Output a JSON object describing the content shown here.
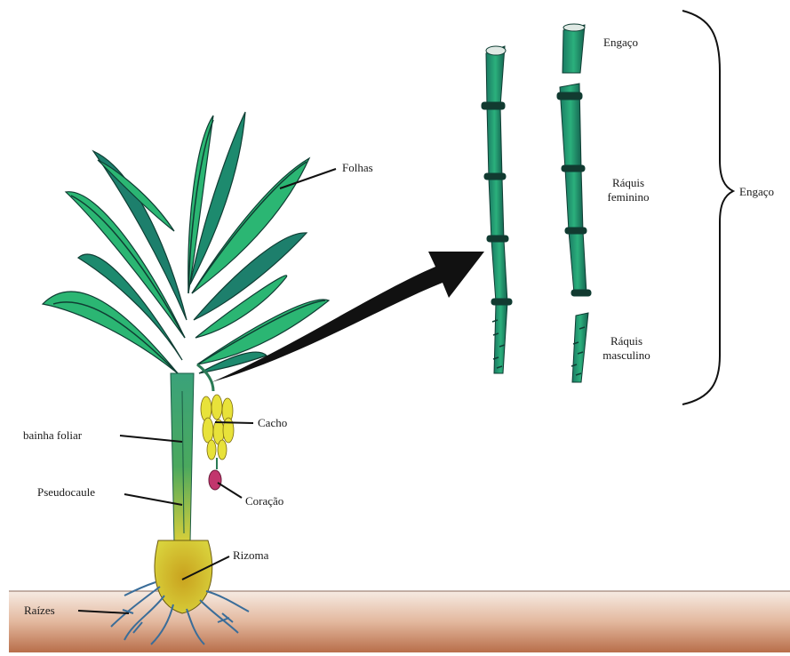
{
  "labels": {
    "folhas": "Folhas",
    "bainha_foliar": "bainha foliar",
    "pseudocaule": "Pseudocaule",
    "rizoma": "Rizoma",
    "raizes": "Raízes",
    "cacho": "Cacho",
    "coracao": "Coração",
    "engaco_top": "Engaço",
    "raquis_feminino_1": "Ráquis",
    "raquis_feminino_2": "feminino",
    "raquis_masculino_1": "Ráquis",
    "raquis_masculino_2": "masculino",
    "engaco_brace": "Engaço"
  },
  "colors": {
    "leaf_light": "#2bb673",
    "leaf_dark": "#1d7f6c",
    "stem": "#3aa27a",
    "pseudostem_yellow": "#d9cf3a",
    "banana": "#e8e23a",
    "heart": "#c2366d",
    "root": "#3a6d99",
    "soil_top": "#f4e6dc",
    "soil_bottom": "#b86e4a"
  }
}
